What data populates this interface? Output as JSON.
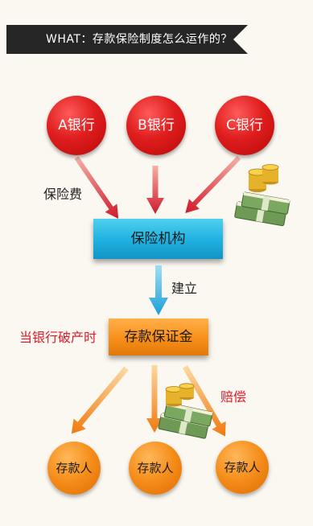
{
  "banner": {
    "title": "WHAT：存款保险制度怎么运作的？"
  },
  "banks": [
    {
      "label": "A银行"
    },
    {
      "label": "B银行"
    },
    {
      "label": "C银行"
    }
  ],
  "insurer": {
    "label": "保险机构"
  },
  "fund": {
    "label": "存款保证金"
  },
  "depositors": [
    {
      "label": "存款人"
    },
    {
      "label": "存款人"
    },
    {
      "label": "存款人"
    }
  ],
  "labels": {
    "premium": "保险费",
    "establish": "建立",
    "bankrupt": "当银行破产时",
    "compensation": "赔偿"
  },
  "icons": {
    "money_top": "money-stack-icon",
    "money_bottom": "money-stack-icon"
  },
  "colors": {
    "banner": "#262626",
    "bank": "#e01e1e",
    "insurer": "#1eb0e0",
    "fund": "#f78f18",
    "depositor": "#f58c18",
    "accent_red": "#e21b2b"
  }
}
